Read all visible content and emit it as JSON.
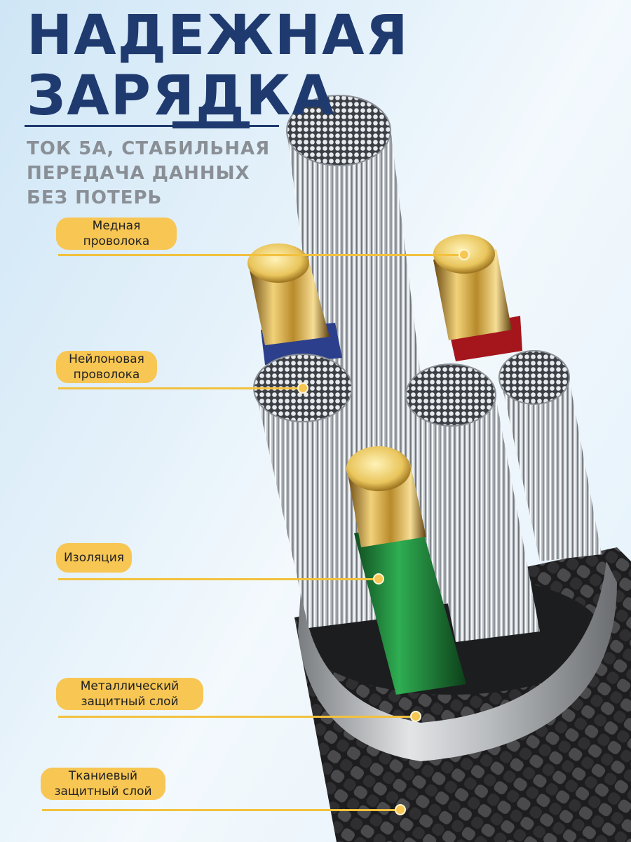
{
  "title": {
    "line1": "НАДЕЖНАЯ",
    "line2": "ЗАРЯДКА",
    "color": "#1f3a6e"
  },
  "subtitle": {
    "line1": "ТОК 5А, СТАБИЛЬНАЯ",
    "line2": "ПЕРЕДАЧА ДАННЫХ",
    "line3": "БЕЗ ПОТЕРЬ"
  },
  "callouts": [
    {
      "line1": "Медная",
      "line2": "проволока"
    },
    {
      "line1": "Нейлоновая",
      "line2": "проволока"
    },
    {
      "line1": "Изоляция",
      "line2": ""
    },
    {
      "line1": "Металлический",
      "line2": "защитный слой"
    },
    {
      "line1": "Тканиевый",
      "line2": "защитный слой"
    }
  ],
  "colors": {
    "label_fill": "#f7c653",
    "leader_line": "#f2c13f",
    "wire_blue": "#2c3f8c",
    "wire_red": "#a4161c",
    "wire_green": "#1e8a3a",
    "braid": "#2b2b2b"
  }
}
